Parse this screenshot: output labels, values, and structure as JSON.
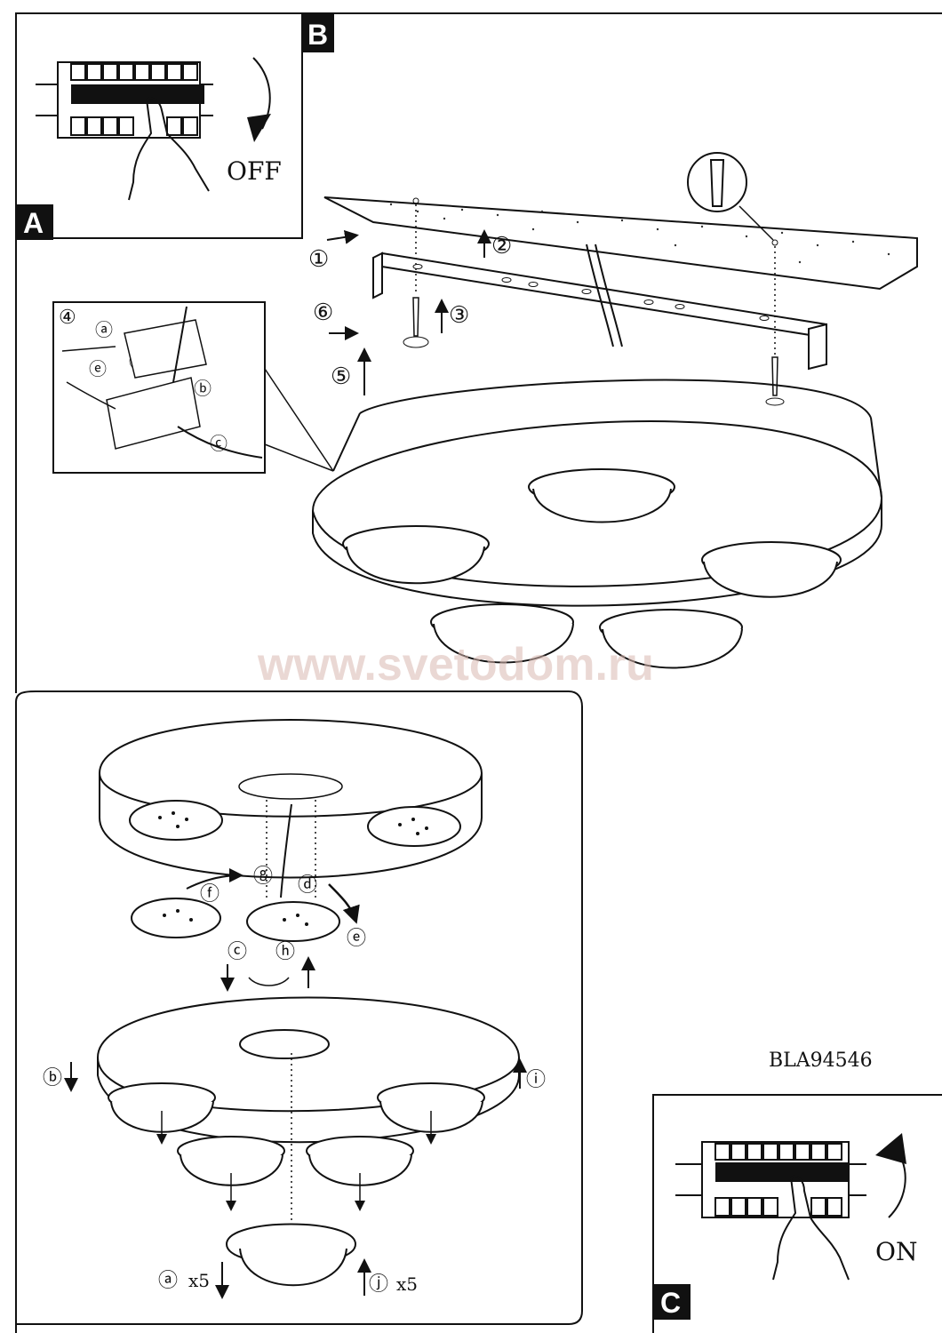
{
  "panels": {
    "a": {
      "tag": "A",
      "switch_label": "OFF"
    },
    "b": {
      "tag": "B"
    },
    "c": {
      "tag": "C",
      "switch_label": "ON"
    }
  },
  "model_code": "BLA94546",
  "watermark": "www.svetodom.ru",
  "steps": {
    "s1": "①",
    "s2": "②",
    "s3": "③",
    "s4": "④",
    "s5": "⑤",
    "s6": "⑥"
  },
  "letters": {
    "a": "ⓐ",
    "b": "ⓑ",
    "c": "ⓒ",
    "d": "ⓓ",
    "e": "ⓔ",
    "f": "ⓕ",
    "g": "ⓖ",
    "h": "ⓗ",
    "i": "ⓘ",
    "j": "ⓙ"
  },
  "multipliers": {
    "a": "x5",
    "j": "x5"
  }
}
